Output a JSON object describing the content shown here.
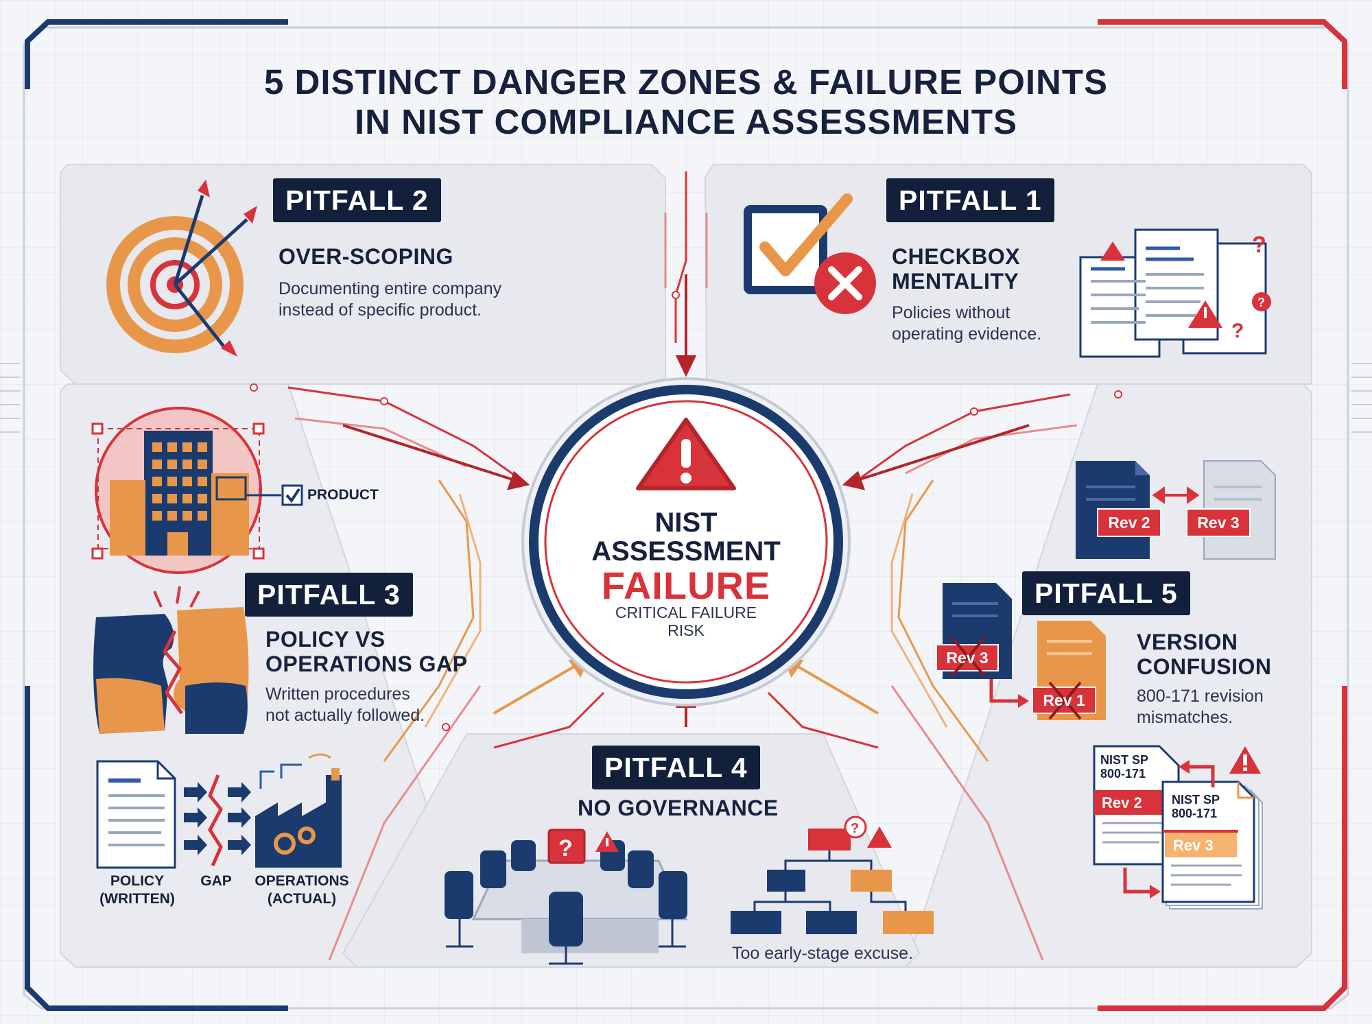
{
  "title": {
    "line1": "5 DISTINCT DANGER ZONES & FAILURE POINTS",
    "line2": "IN NIST COMPLIANCE ASSESSMENTS"
  },
  "center": {
    "line1": "NIST",
    "line2": "ASSESSMENT",
    "line3": "FAILURE",
    "line4": "CRITICAL FAILURE",
    "line5": "RISK"
  },
  "pitfalls": [
    {
      "pill": "PITFALL 1",
      "heading1": "CHECKBOX",
      "heading2": "MENTALITY",
      "desc1": "Policies without",
      "desc2": "operating evidence."
    },
    {
      "pill": "PITFALL 2",
      "heading1": "OVER-SCOPING",
      "desc1": "Documenting entire company",
      "desc2": "instead of specific product."
    },
    {
      "pill": "PITFALL 3",
      "heading1": "POLICY VS",
      "heading2": "OPERATIONS GAP",
      "desc1": "Written procedures",
      "desc2": "not actually followed."
    },
    {
      "pill": "PITFALL 4",
      "heading1": "NO GOVERNANCE",
      "desc1": "Too early-stage excuse."
    },
    {
      "pill": "PITFALL 5",
      "heading1": "VERSION",
      "heading2": "CONFUSION",
      "desc1": "800-171 revision",
      "desc2": "mismatches."
    }
  ],
  "labels": {
    "product": "PRODUCT",
    "policy1": "POLICY",
    "policy2": "(WRITTEN)",
    "gap": "GAP",
    "operations1": "OPERATIONS",
    "operations2": "(ACTUAL)",
    "rev2": "Rev 2",
    "rev3": "Rev 3",
    "rev3_struck": "Rev 3",
    "rev1_struck": "Rev 1",
    "nist_sp": "NIST SP",
    "nist_num": "800-171",
    "doc_rev2": "Rev 2",
    "doc_rev3": "Rev 3"
  },
  "colors": {
    "navy": "#1b3b6f",
    "dark": "#13203c",
    "red": "#d8323a",
    "orange": "#e8974a",
    "panel": "#e7e9ef"
  }
}
